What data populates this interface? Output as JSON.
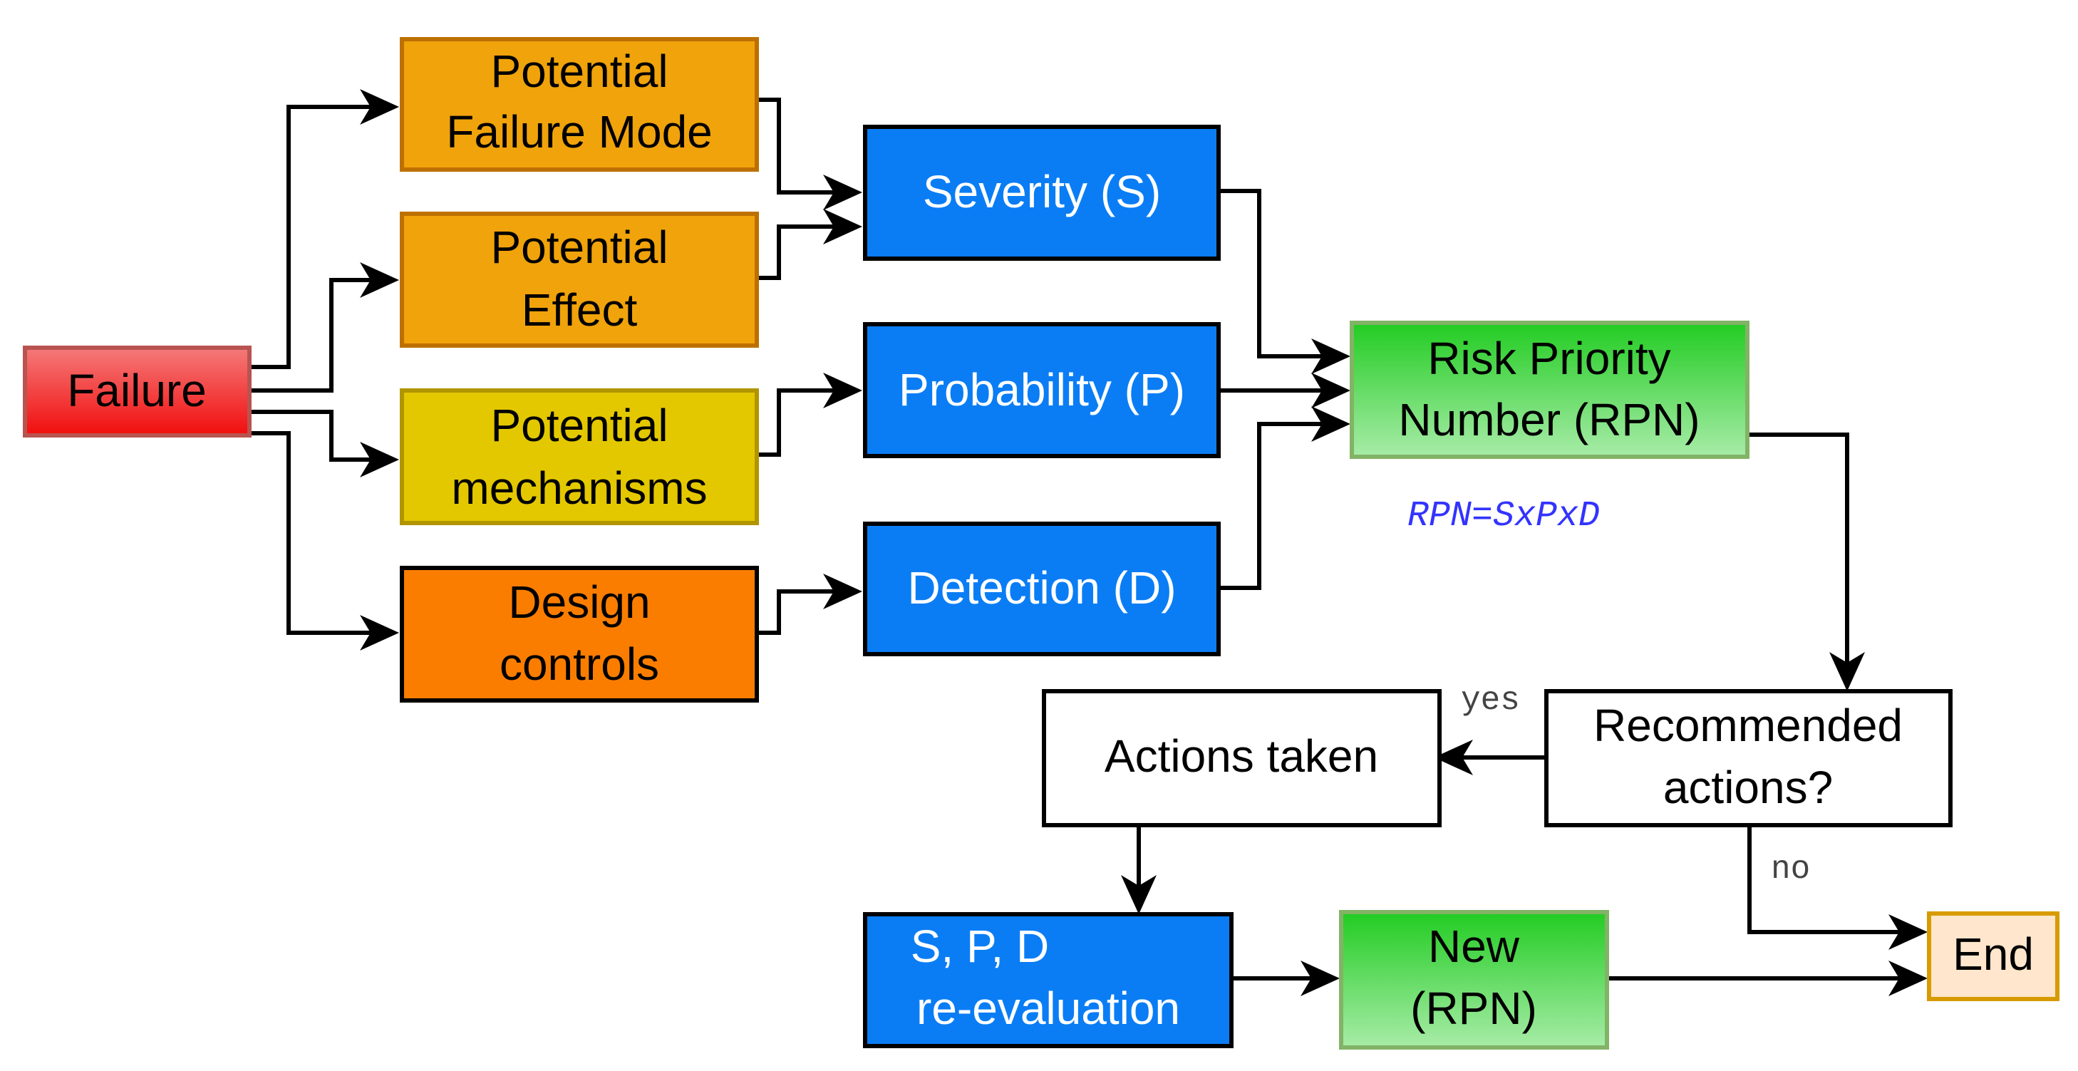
{
  "nodes": {
    "failure": {
      "label": "Failure",
      "fill": "#f03030",
      "stroke": "#b85450"
    },
    "potential_failure_mode": {
      "lines": [
        "Potential",
        "Failure Mode"
      ],
      "fill": "#f0a30a",
      "stroke": "#bd7000"
    },
    "potential_effect": {
      "lines": [
        "Potential",
        "Effect"
      ],
      "fill": "#f0a30a",
      "stroke": "#bd7000"
    },
    "potential_mechanisms": {
      "lines": [
        "Potential",
        "mechanisms"
      ],
      "fill": "#e3c800",
      "stroke": "#b09500"
    },
    "design_controls": {
      "lines": [
        "Design",
        "controls"
      ],
      "fill": "#fa7d00",
      "stroke": "#000000"
    },
    "severity": {
      "label": "Severity (S)",
      "fill": "#0a7df5",
      "stroke": "#000000"
    },
    "probability": {
      "label": "Probability (P)",
      "fill": "#0a7df5",
      "stroke": "#000000"
    },
    "detection": {
      "label": "Detection (D)",
      "fill": "#0a7df5",
      "stroke": "#000000"
    },
    "rpn": {
      "lines": [
        "Risk Priority",
        "Number (RPN)"
      ],
      "fill": "#3dcc3d",
      "stroke": "#82b366"
    },
    "recommended_actions": {
      "lines": [
        "Recommended",
        "actions?"
      ],
      "fill": "#ffffff",
      "stroke": "#000000"
    },
    "actions_taken": {
      "label": "Actions taken",
      "fill": "#ffffff",
      "stroke": "#000000"
    },
    "spd_reevaluation": {
      "lines": [
        "S, P, D",
        "re-evaluation"
      ],
      "fill": "#0a7df5",
      "stroke": "#000000"
    },
    "new_rpn": {
      "lines": [
        "New",
        "(RPN)"
      ],
      "fill": "#3dcc3d",
      "stroke": "#82b366"
    },
    "end": {
      "label": "End",
      "fill": "#ffe6cc",
      "stroke": "#d79b00"
    }
  },
  "edge_labels": {
    "yes": "yes",
    "no": "no"
  },
  "formula": "RPN=SxPxD",
  "colors": {
    "formula_text": "#3333ff",
    "edge_label_text": "#444444",
    "blue_text": "#ffffff",
    "dark_text": "#000000"
  }
}
